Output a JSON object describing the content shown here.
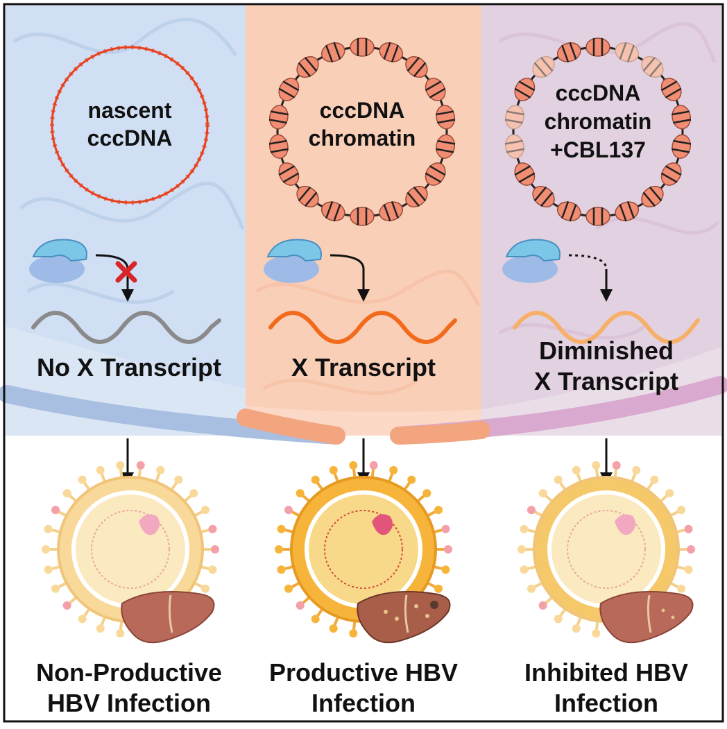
{
  "panels": [
    {
      "id": "nascent",
      "circle_label": [
        "nascent",
        "cccDNA"
      ],
      "transcript_label": [
        "No X Transcript"
      ],
      "outcome_label": [
        "Non-Productive",
        "HBV Infection"
      ]
    },
    {
      "id": "chromatin",
      "circle_label": [
        "cccDNA",
        "chromatin"
      ],
      "transcript_label": [
        "X Transcript"
      ],
      "outcome_label": [
        "Productive HBV",
        "Infection"
      ]
    },
    {
      "id": "cbl137",
      "circle_label": [
        "cccDNA",
        "chromatin",
        "+CBL137"
      ],
      "transcript_label": [
        "Diminished",
        "X Transcript"
      ],
      "outcome_label": [
        "Inhibited HBV",
        "Infection"
      ]
    }
  ],
  "colors": {
    "panel_bg": [
      "#dbe6f5",
      "#fbd9c6",
      "#e9dde8"
    ],
    "panel_nucleus": [
      "#c7d8f0",
      "#f7c3a6",
      "#dcc6da"
    ],
    "membrane": [
      "#a9bfe2",
      "#f2a57e",
      "#d9a9cf"
    ],
    "nascent_dna": "#e8401c",
    "nucleosome": "#f08d72",
    "nucleosome_faded": "#f6c2b0",
    "transcript_none": "#8a8a8a",
    "transcript_full": "#f26a1b",
    "transcript_weak": "#f7b06a",
    "polymerase": "#7cc6e8",
    "inhibit_x": "#d6262a",
    "virion_shell": [
      "#f8d99a",
      "#f6b53a",
      "#f5c96a"
    ],
    "liver": "#b8695a"
  },
  "icons": [
    "rna-polymerase-icon",
    "inhibition-x-icon",
    "arrow-down-icon",
    "hbv-virion-icon",
    "liver-icon"
  ]
}
